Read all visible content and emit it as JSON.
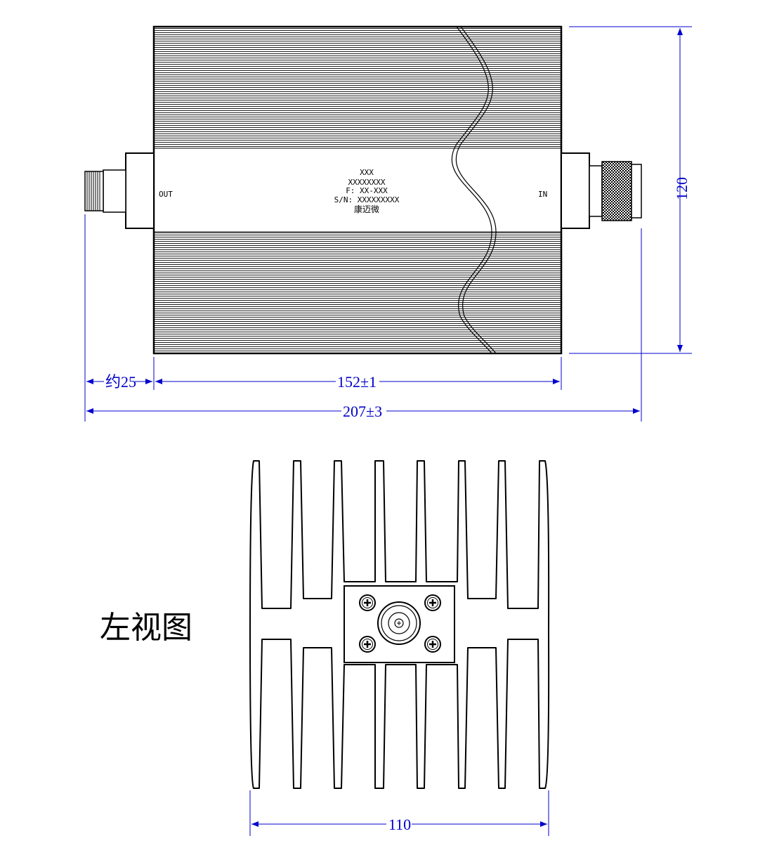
{
  "top_view": {
    "port_out": "OUT",
    "port_in": "IN",
    "label_lines": [
      "XXX",
      "XXXXXXXX",
      "F: XX-XXX",
      "S/N: XXXXXXXXX",
      "康迈微"
    ]
  },
  "dimensions": {
    "height": "120",
    "body_length": "152±1",
    "connector_length": "约25",
    "overall_length": "207±3",
    "heatsink_width": "110"
  },
  "side_view": {
    "title": "左视图"
  },
  "colors": {
    "dimension": "#0000cc",
    "outline": "#000000"
  }
}
